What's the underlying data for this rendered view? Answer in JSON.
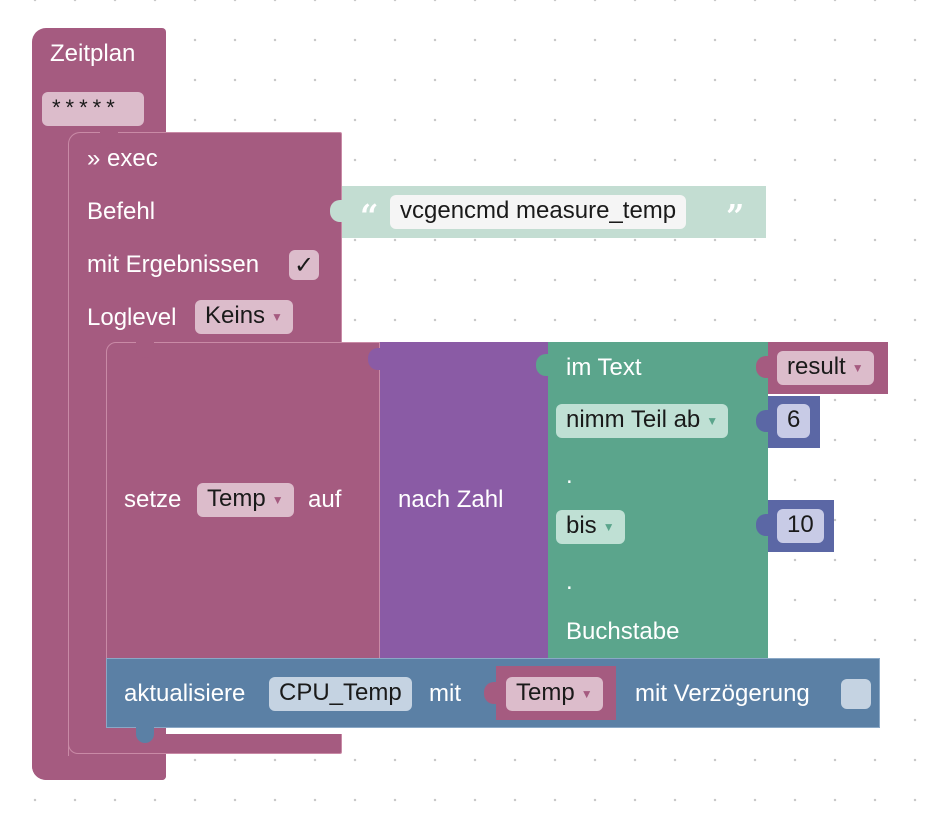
{
  "colors": {
    "schedule": "#a55b80",
    "schedule_light": "#dcbccb",
    "exec": "#a55b80",
    "text_block": "#c3ddd2",
    "text_pill": "#f5f5f5",
    "set_var": "#a55b80",
    "to_number": "#8a5ba5",
    "substring": "#5ba58c",
    "substring_light": "#bfe0d4",
    "math": "#5b67a5",
    "math_light": "#c8cbe6",
    "update": "#5b80a5",
    "update_light": "#c5d3e2"
  },
  "schedule": {
    "title": "Zeitplan",
    "cron": "*****"
  },
  "exec": {
    "title": "» exec",
    "command_label": "Befehl",
    "with_results_label": "mit Ergebnissen",
    "with_results_checked": true,
    "checkmark": "✓",
    "loglevel_label": "Loglevel",
    "loglevel_value": "Keins"
  },
  "command_text": {
    "open_quote": "“",
    "value": "vcgencmd measure_temp",
    "close_quote": "”"
  },
  "set_block": {
    "label": "setze",
    "variable": "Temp",
    "suffix": "auf"
  },
  "to_number": {
    "label": "nach Zahl"
  },
  "substring": {
    "in_text_label": "im Text",
    "text_variable": "result",
    "from_mode": "nimm Teil ab",
    "from_value": "6",
    "dot1": ".",
    "to_mode": "bis",
    "to_value": "10",
    "dot2": ".",
    "suffix": "Buchstabe"
  },
  "update_block": {
    "label": "aktualisiere",
    "state": "CPU_Temp",
    "with_label": "mit",
    "value_variable": "Temp",
    "delay_label": "mit Verzögerung",
    "delay_checked": false
  }
}
